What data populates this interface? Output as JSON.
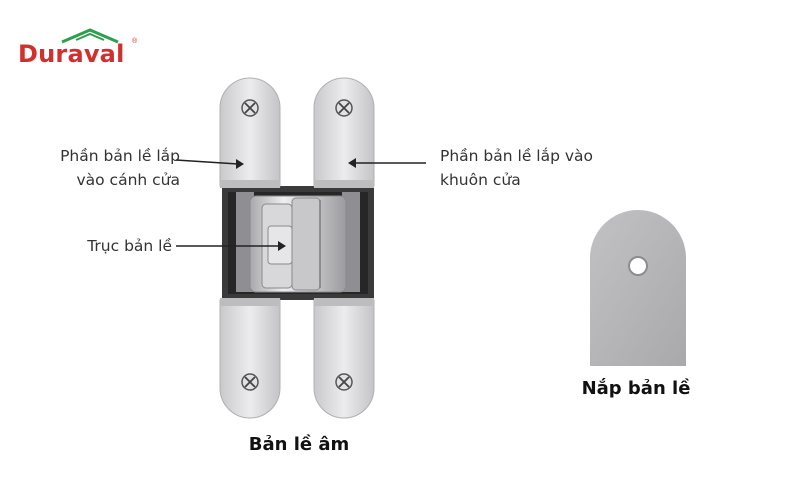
{
  "logo": {
    "text": "Duraval",
    "reg": "®",
    "roof_color": "#2e9e4f",
    "text_color": "#d32f2f"
  },
  "labels": {
    "left_top_line1": "Phần bản lề lắp",
    "left_top_line2": "vào cánh cửa",
    "right_top_line1": "Phần bản lề lắp vào",
    "right_top_line2": "khuôn cửa",
    "axis": "Trục bản lề"
  },
  "captions": {
    "hinge": "Bản lề âm",
    "cap": "Nắp bản lề"
  },
  "colors": {
    "metal": "#d9d9db",
    "metal_dark": "#9a9a9e",
    "shadow": "#2b2b2b",
    "cap": "#b9b9bb",
    "arrow": "#222222"
  }
}
